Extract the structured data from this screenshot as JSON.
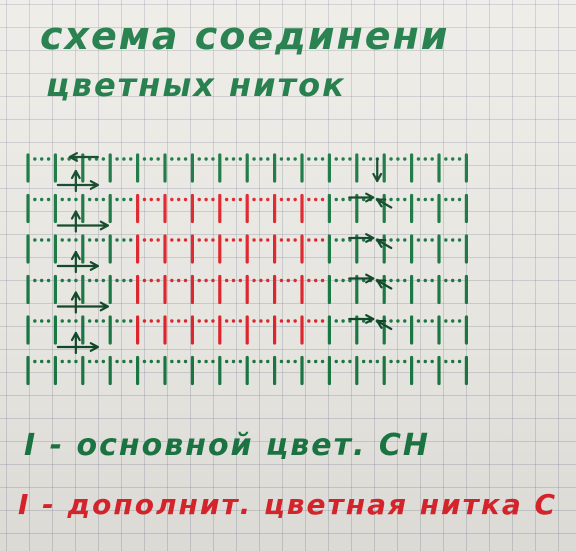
{
  "title": {
    "line1": "схема соединени",
    "line2": "цветных ниток"
  },
  "legend": [
    {
      "text": "I - основной цвет. СН",
      "color": "#1b7a45"
    },
    {
      "text": "I - дополнит. цветная нитка С",
      "color": "#e3262e"
    }
  ],
  "colors": {
    "main": "#1b7a45",
    "accent": "#e3262e",
    "ink": "#124a2a"
  },
  "grid": {
    "rows": 6,
    "cols": 17,
    "red_block": {
      "row_start": 1,
      "row_end": 4,
      "col_start": 4,
      "col_end": 10
    }
  }
}
